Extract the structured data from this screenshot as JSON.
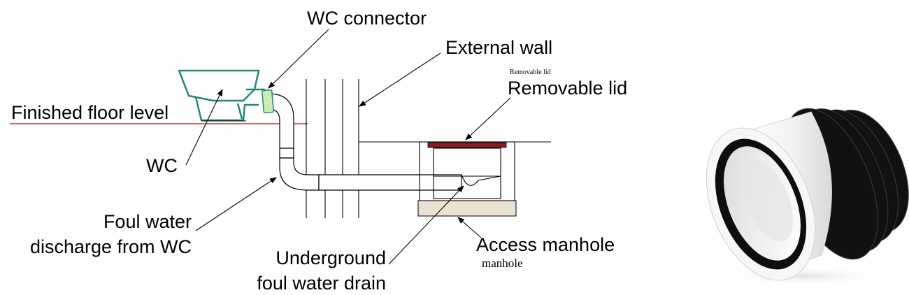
{
  "diagram": {
    "labels": {
      "wc_connector": "WC connector",
      "external_wall": "External wall",
      "removable_lid": "Removable lid",
      "finished_floor_level": "Finished floor level",
      "wc": "WC",
      "foul_water_line1": "Foul water",
      "foul_water_line2": "discharge from WC",
      "underground_line1": "Underground",
      "underground_line2": "foul water drain",
      "access_manhole": "Access manhole",
      "manhole_small": "manhole",
      "removable_small": "Removable lid"
    },
    "colors": {
      "wc_outline": "#1d8a77",
      "connector_fill": "#c9eeb0",
      "floor_line": "#d03030",
      "lid": "#8b1c1c",
      "manhole_base": "#e9e2d2",
      "line": "#000000"
    }
  },
  "product_photo": {
    "name": "wc-pan-connector-photo",
    "colors": {
      "body": "#f4f4f4",
      "seal": "#111111"
    }
  }
}
